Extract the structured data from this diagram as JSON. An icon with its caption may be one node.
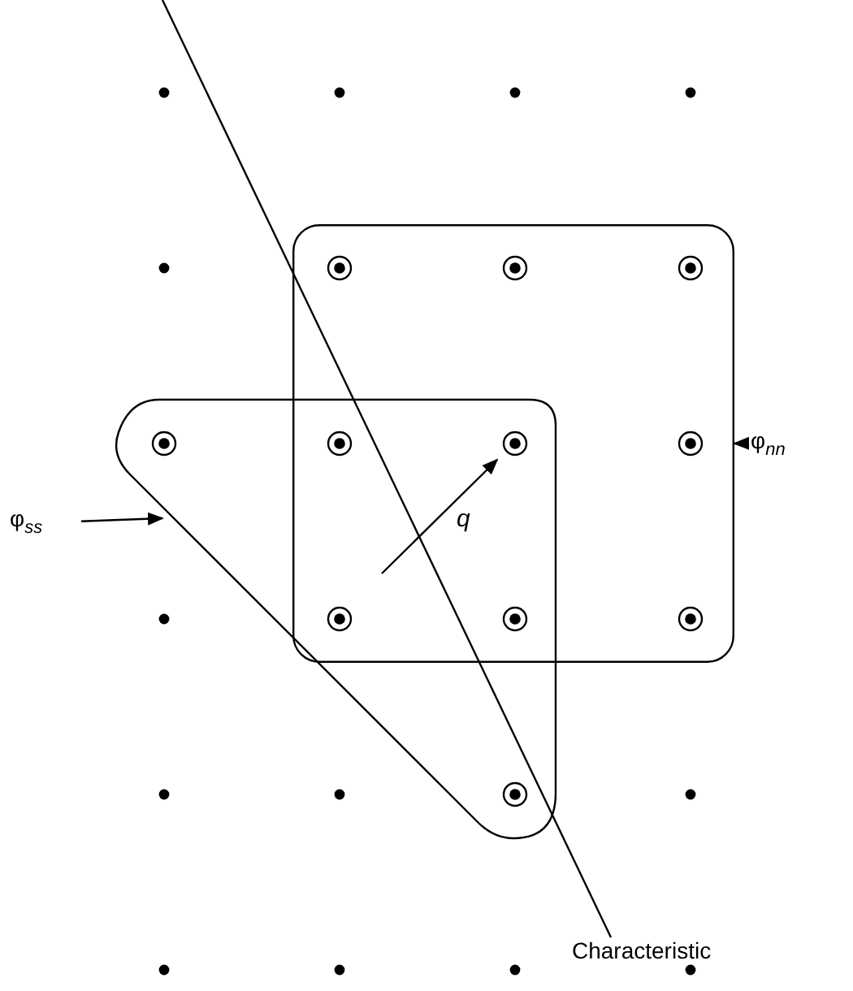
{
  "diagram": {
    "nodes": [
      {
        "text": [],
        "shape": "box"
      },
      {
        "text": [],
        "shape": "triangle"
      },
      {
        "text": [
          "φ$_{ss}$"
        ]
      },
      {
        "text": [
          "φ$_{nn}$"
        ]
      },
      {
        "text": [
          "Characteristic"
        ]
      }
    ],
    "edges": [
      {
        "from": 2,
        "to": 1,
        "arrow": "to"
      },
      {
        "from": 3,
        "to": 0,
        "arrow": "to"
      },
      {
        "from": null,
        "to": 4,
        "arrow": "none"
      }
    ],
    "labels": [
      "q"
    ]
  }
}
